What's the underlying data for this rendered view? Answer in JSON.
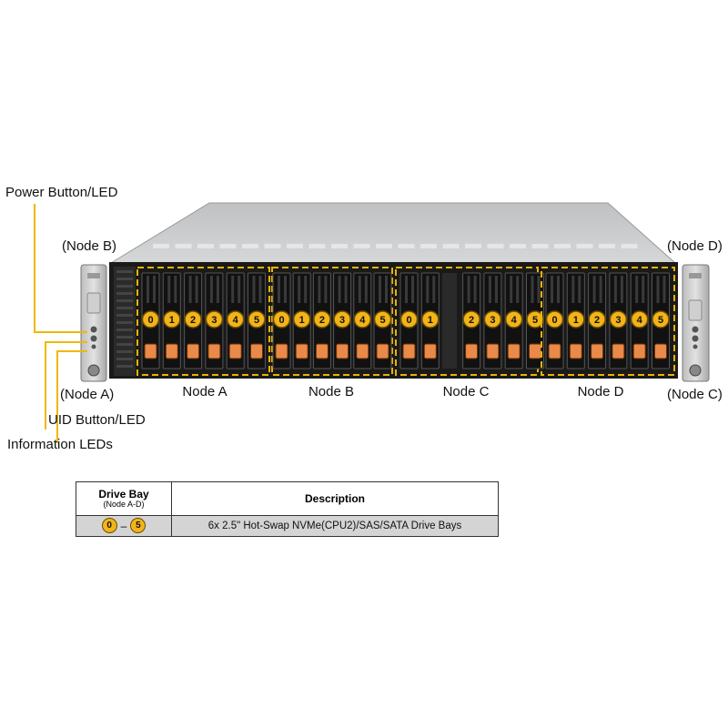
{
  "callouts": {
    "power_button": "Power Button/LED",
    "uid_button": "UID Button/LED",
    "info_leds": "Information LEDs",
    "left_top_node": "(Node B)",
    "left_bottom_node": "(Node A)",
    "right_top_node": "(Node D)",
    "right_bottom_node": "(Node C)"
  },
  "nodes": [
    {
      "label": "Node A",
      "bays": [
        "0",
        "1",
        "2",
        "3",
        "4",
        "5"
      ]
    },
    {
      "label": "Node B",
      "bays": [
        "0",
        "1",
        "2",
        "3",
        "4",
        "5"
      ]
    },
    {
      "label": "Node C",
      "bays": [
        "0",
        "1",
        "2",
        "3",
        "4",
        "5"
      ]
    },
    {
      "label": "Node D",
      "bays": [
        "0",
        "1",
        "2",
        "3",
        "4",
        "5"
      ]
    }
  ],
  "colors": {
    "bay_badge": "#f2b41a",
    "dashed_outline": "#e8b400",
    "callout_line": "#f0b800",
    "drive_latch": "#e98a4a"
  },
  "table": {
    "header_bay": "Drive Bay",
    "header_bay_sub": "(Node A-D)",
    "header_desc": "Description",
    "rows": [
      {
        "bay_from": "0",
        "bay_to": "5",
        "description": "6x 2.5\" Hot-Swap NVMe(CPU2)/SAS/SATA Drive Bays"
      }
    ]
  }
}
